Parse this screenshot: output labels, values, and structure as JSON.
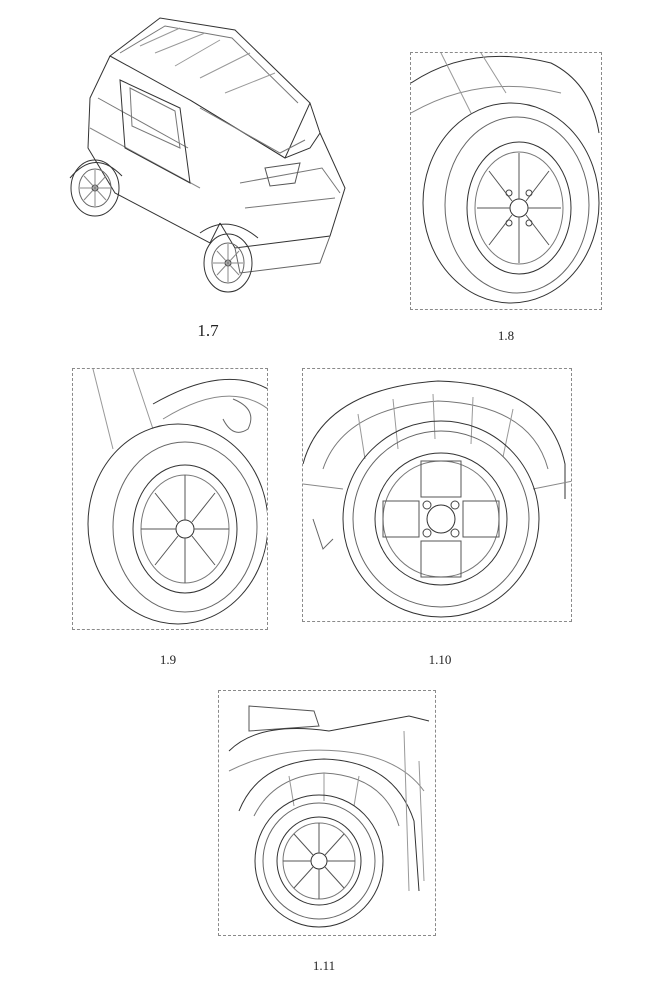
{
  "figures": [
    {
      "id": "fig-1-7",
      "caption": "1.7",
      "view": "car-perspective"
    },
    {
      "id": "fig-1-8",
      "caption": "1.8",
      "view": "wheel-close-up"
    },
    {
      "id": "fig-1-9",
      "caption": "1.9",
      "view": "wheel-angled"
    },
    {
      "id": "fig-1-10",
      "caption": "1.10",
      "view": "wheel-side"
    },
    {
      "id": "fig-1-11",
      "caption": "1.11",
      "view": "wheel-front-quarter"
    }
  ]
}
